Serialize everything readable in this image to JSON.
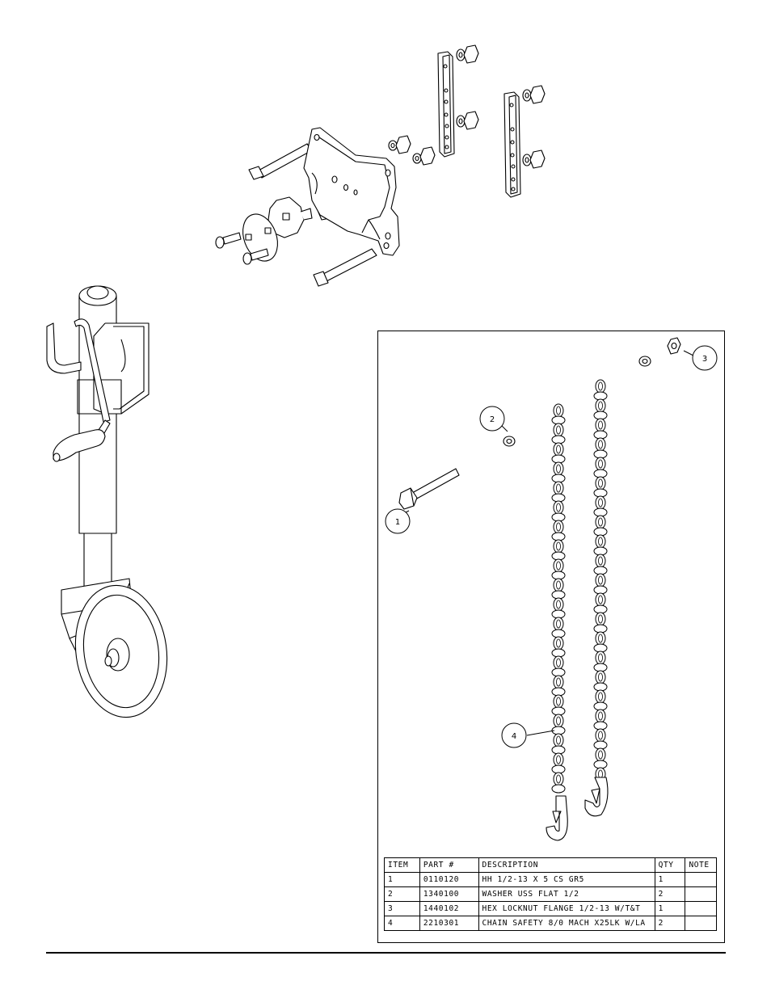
{
  "balloons": [
    {
      "item": "1"
    },
    {
      "item": "2"
    },
    {
      "item": "3"
    },
    {
      "item": "4"
    }
  ],
  "bom": {
    "headers": {
      "item": "ITEM",
      "part": "PART #",
      "description": "DESCRIPTION",
      "qty": "QTY",
      "note": "NOTE"
    },
    "rows": [
      {
        "item": "1",
        "part": "0110120",
        "description": "HH 1/2-13 X 5 CS GR5",
        "qty": "1",
        "note": ""
      },
      {
        "item": "2",
        "part": "1340100",
        "description": "WASHER USS FLAT 1/2",
        "qty": "2",
        "note": ""
      },
      {
        "item": "3",
        "part": "1440102",
        "description": "HEX LOCKNUT FLANGE 1/2-13 W/T&T",
        "qty": "1",
        "note": ""
      },
      {
        "item": "4",
        "part": "2210301",
        "description": "CHAIN SAFETY 8/0 MACH X25LK W/LA",
        "qty": "2",
        "note": ""
      }
    ]
  }
}
